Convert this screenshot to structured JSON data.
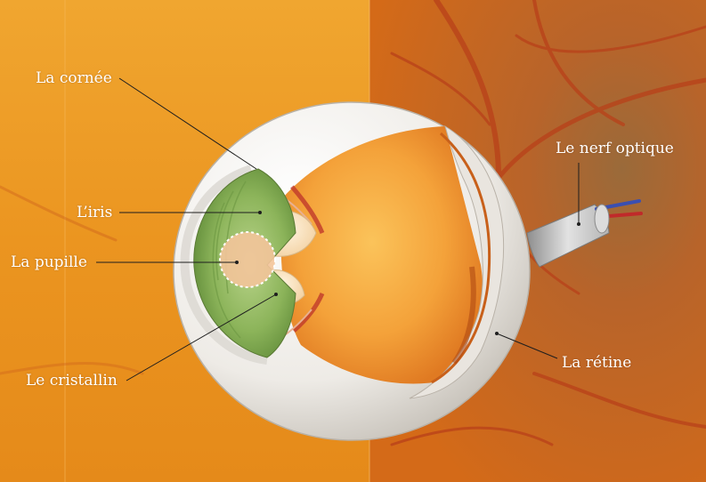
{
  "labels": {
    "cornea": "La cornée",
    "iris": "L’iris",
    "pupil": "La pupille",
    "lens": "Le cristallin",
    "optic_nerve": "Le nerf optique",
    "retina": "La rétine"
  },
  "colors": {
    "left_background": "#ec9a22",
    "right_background": "#c8641c",
    "sclera": "#f4f2ee",
    "iris": "#8cb45a",
    "vitreous": "#f4a636",
    "leader_line": "#1e1e1e",
    "label_text": "#ffffff"
  }
}
